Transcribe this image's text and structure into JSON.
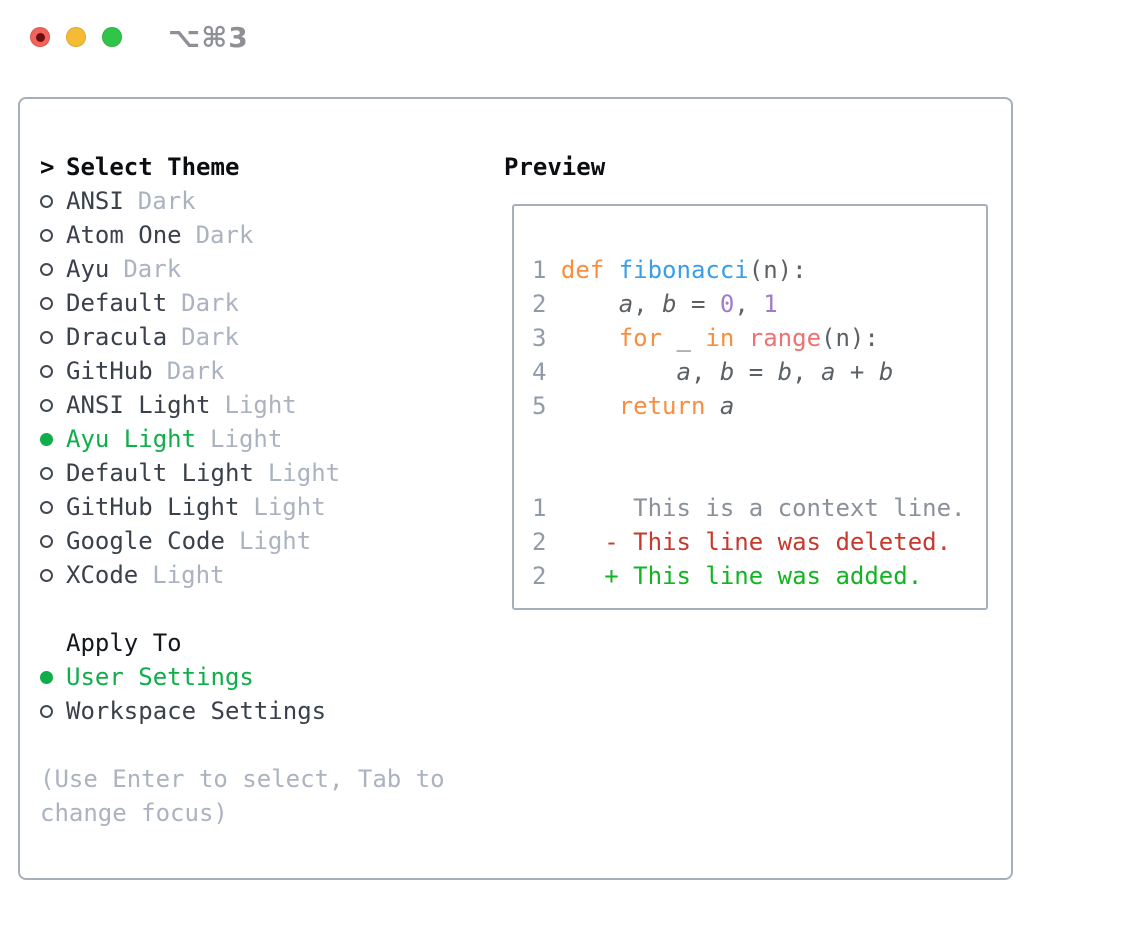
{
  "window": {
    "shortcut_label": "⌥⌘3"
  },
  "colors": {
    "accent_green": "#0fae4a",
    "kw_orange": "#fa8d3e",
    "fn_blue": "#399ee6",
    "builtin_red": "#f07171",
    "num_purple": "#a37acc",
    "code_plain": "#5c6166",
    "line_number": "#919ba8",
    "diff_context": "#8a9199",
    "diff_deleted": "#c6392c",
    "diff_added": "#12b422",
    "muted_gray": "#aab3bf",
    "item_text": "#3a414b",
    "border_gray": "#a7afb9",
    "tl_red": "#f2635c",
    "tl_red_dot": "#6e0d10",
    "tl_yellow": "#f5bb35",
    "tl_green": "#30c44a",
    "title_gray": "#8f9095"
  },
  "theme_panel": {
    "header": {
      "marker": ">",
      "label": "Select Theme"
    },
    "items": [
      {
        "label": "ANSI",
        "tag": "Dark",
        "selected": false
      },
      {
        "label": "Atom One",
        "tag": "Dark",
        "selected": false
      },
      {
        "label": "Ayu",
        "tag": "Dark",
        "selected": false
      },
      {
        "label": "Default",
        "tag": "Dark",
        "selected": false
      },
      {
        "label": "Dracula",
        "tag": "Dark",
        "selected": false
      },
      {
        "label": "GitHub",
        "tag": "Dark",
        "selected": false
      },
      {
        "label": "ANSI Light",
        "tag": "Light",
        "selected": false
      },
      {
        "label": "Ayu Light",
        "tag": "Light",
        "selected": true
      },
      {
        "label": "Default Light",
        "tag": "Light",
        "selected": false
      },
      {
        "label": "GitHub Light",
        "tag": "Light",
        "selected": false
      },
      {
        "label": "Google Code",
        "tag": "Light",
        "selected": false
      },
      {
        "label": "XCode",
        "tag": "Light",
        "selected": false
      }
    ]
  },
  "apply_panel": {
    "header": "Apply To",
    "options": [
      {
        "label": "User Settings",
        "selected": true
      },
      {
        "label": "Workspace Settings",
        "selected": false
      }
    ]
  },
  "hint": "(Use Enter to select, Tab to change focus)",
  "preview": {
    "header": "Preview",
    "lines": [
      [
        {
          "t": "1 ",
          "c": "ln"
        },
        {
          "t": "def ",
          "c": "kw"
        },
        {
          "t": "fibonacci",
          "c": "fn"
        },
        {
          "t": "(n):",
          "c": "pl"
        }
      ],
      [
        {
          "t": "2 ",
          "c": "ln"
        },
        {
          "t": "    ",
          "c": "pl"
        },
        {
          "t": "a",
          "c": "var"
        },
        {
          "t": ", ",
          "c": "pl"
        },
        {
          "t": "b",
          "c": "var"
        },
        {
          "t": " = ",
          "c": "pl"
        },
        {
          "t": "0",
          "c": "num"
        },
        {
          "t": ", ",
          "c": "pl"
        },
        {
          "t": "1",
          "c": "num"
        }
      ],
      [
        {
          "t": "3 ",
          "c": "ln"
        },
        {
          "t": "    ",
          "c": "pl"
        },
        {
          "t": "for",
          "c": "kw"
        },
        {
          "t": " _ ",
          "c": "pl"
        },
        {
          "t": "in",
          "c": "kw"
        },
        {
          "t": " ",
          "c": "pl"
        },
        {
          "t": "range",
          "c": "rg"
        },
        {
          "t": "(n):",
          "c": "pl"
        }
      ],
      [
        {
          "t": "4 ",
          "c": "ln"
        },
        {
          "t": "        ",
          "c": "pl"
        },
        {
          "t": "a",
          "c": "var"
        },
        {
          "t": ", ",
          "c": "pl"
        },
        {
          "t": "b",
          "c": "var"
        },
        {
          "t": " = ",
          "c": "pl"
        },
        {
          "t": "b",
          "c": "var"
        },
        {
          "t": ", ",
          "c": "pl"
        },
        {
          "t": "a",
          "c": "var"
        },
        {
          "t": " + ",
          "c": "pl"
        },
        {
          "t": "b",
          "c": "var"
        }
      ],
      [
        {
          "t": "5 ",
          "c": "ln"
        },
        {
          "t": "    ",
          "c": "pl"
        },
        {
          "t": "return",
          "c": "kw"
        },
        {
          "t": " ",
          "c": "pl"
        },
        {
          "t": "a",
          "c": "var"
        }
      ],
      [],
      [],
      [
        {
          "t": "1 ",
          "c": "ln"
        },
        {
          "t": "     ",
          "c": "pl"
        },
        {
          "t": "This is a context line.",
          "c": "ctx"
        }
      ],
      [
        {
          "t": "2 ",
          "c": "ln"
        },
        {
          "t": "   ",
          "c": "pl"
        },
        {
          "t": "- This line was deleted.",
          "c": "del"
        }
      ],
      [
        {
          "t": "2 ",
          "c": "ln"
        },
        {
          "t": "   ",
          "c": "pl"
        },
        {
          "t": "+ This line was added.",
          "c": "add"
        }
      ]
    ]
  }
}
